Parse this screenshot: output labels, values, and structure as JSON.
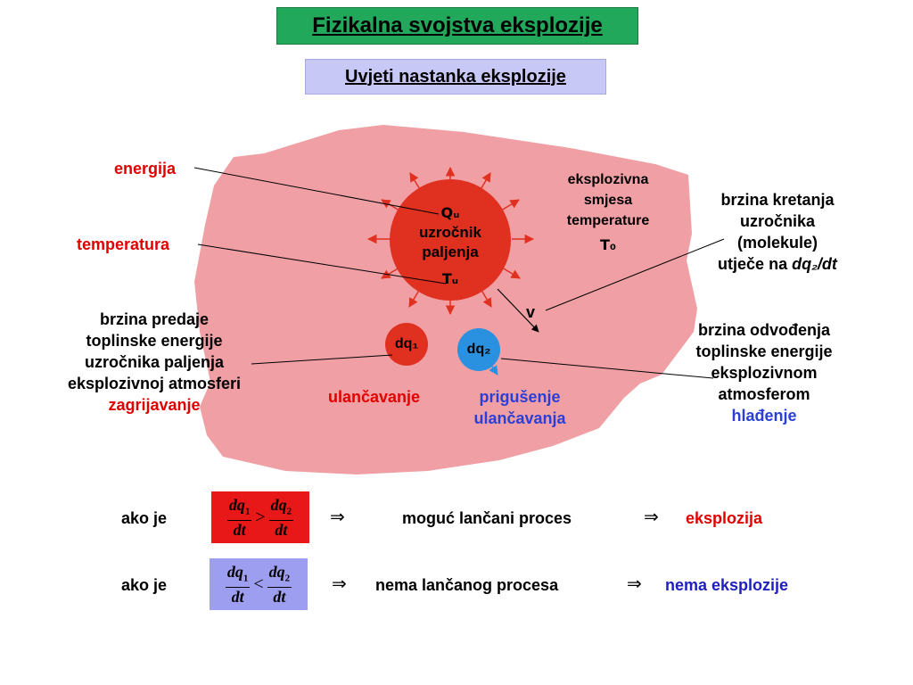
{
  "title": "Fizikalna svojstva eksplozije",
  "subtitle": "Uvjeti nastanka eksplozije",
  "colors": {
    "title_bg": "#22a85a",
    "subtitle_bg": "#c8c8f6",
    "blob": "#f0a0a4",
    "red_circle": "#e03020",
    "blue_circle": "#2a90e0",
    "arrow_red": "#e03020",
    "label_red": "#e00000",
    "label_blue": "#2b3fd6",
    "formula_red_bg": "#e81818",
    "formula_blue_bg": "#9e9ef0"
  },
  "diagram": {
    "source": {
      "symbol": "Qᵤ",
      "label_line1": "uzročnik",
      "label_line2": "paljenja",
      "temp": "Tᵤ"
    },
    "dq1_symbol": "dq₁",
    "dq2_symbol": "dq₂",
    "velocity": "v",
    "mixture": {
      "line1": "eksplozivna",
      "line2": "smjesa",
      "line3": "temperature",
      "temp": "T₀"
    },
    "left_labels": {
      "energy": "energija",
      "temperature": "temperatura",
      "heat_transfer_lines": [
        "brzina predaje",
        "toplinske energije",
        "uzročnika paljenja",
        "eksplozivnoj atmosferi"
      ],
      "heating": "zagrijavanje"
    },
    "right_labels": {
      "speed_lines": [
        "brzina kretanja",
        "uzročnika",
        "(molekule)"
      ],
      "speed_last_prefix": "utječe na ",
      "speed_last_formula": "dq₂/dt",
      "removal_lines": [
        "brzina odvođenja",
        "toplinske energije",
        "eksplozivnom",
        "atmosferom"
      ],
      "cooling": "hlađenje"
    },
    "chaining": "ulančavanje",
    "damping_line1": "prigušenje",
    "damping_line2": "ulančavanja"
  },
  "conditions": [
    {
      "prefix": "ako je",
      "num_left": "dq",
      "sub_left": "1",
      "den_left": "dt",
      "operator": ">",
      "num_right": "dq",
      "sub_right": "2",
      "den_right": "dt",
      "implies1": "⇒",
      "middle": "moguć lančani proces",
      "implies2": "⇒",
      "result": "eksplozija"
    },
    {
      "prefix": "ako je",
      "num_left": "dq",
      "sub_left": "1",
      "den_left": "dt",
      "operator": "<",
      "num_right": "dq",
      "sub_right": "2",
      "den_right": "dt",
      "implies1": "⇒",
      "middle": "nema lančanog procesa",
      "implies2": "⇒",
      "result": "nema eksplozije"
    }
  ]
}
